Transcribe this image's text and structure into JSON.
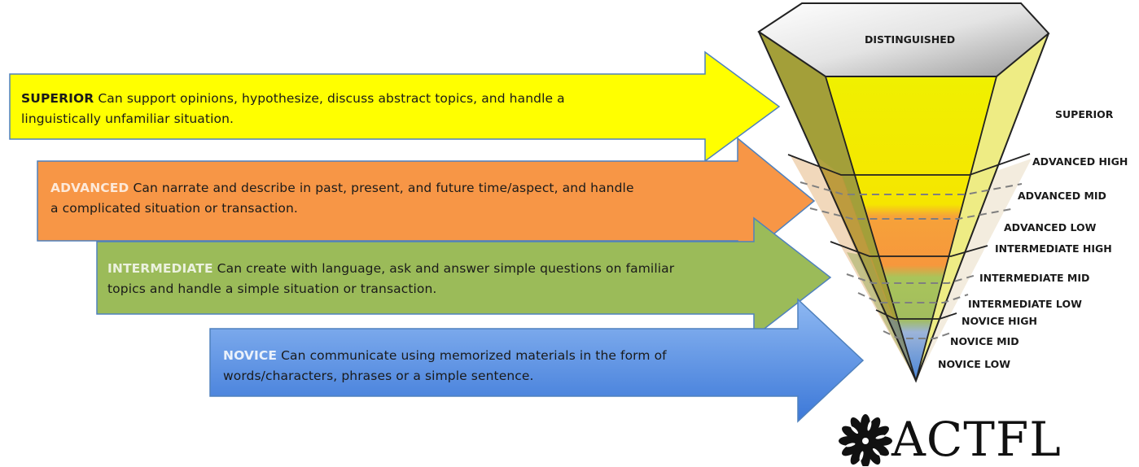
{
  "descriptors": [
    {
      "id": "superior",
      "keyword": "SUPERIOR",
      "description_line1": "Can support opinions,  hypothesize, discuss abstract topics, and handle a",
      "description_line2": "linguistically unfamiliar situation.",
      "color": "#ffff00",
      "keyword_color": "#1a1a1a"
    },
    {
      "id": "advanced",
      "keyword": "ADVANCED",
      "description_line1": "Can narrate and describe in past, present, and future time/aspect, and handle",
      "description_line2": "a complicated situation or transaction.",
      "color": "#f79646",
      "keyword_color": "#fde9d9"
    },
    {
      "id": "intermediate",
      "keyword": "INTERMEDIATE",
      "description_line1": "Can create with language, ask and answer simple questions on familiar",
      "description_line2": "topics and handle a simple situation or transaction.",
      "color": "#9bbb59",
      "keyword_color": "#ebf1de"
    },
    {
      "id": "novice",
      "keyword": "NOVICE",
      "description_line1": "Can communicate  using memorized materials in the form of",
      "description_line2": "words/characters, phrases or a simple sentence.",
      "color": "#6fa0e6",
      "keyword_color": "#eaf1fb"
    }
  ],
  "pyramid_levels": {
    "distinguished": "DISTINGUISHED",
    "superior": "SUPERIOR",
    "advanced_high": "ADVANCED HIGH",
    "advanced_mid": "ADVANCED MID",
    "advanced_low": "ADVANCED LOW",
    "intermediate_high": "INTERMEDIATE HIGH",
    "intermediate_mid": "INTERMEDIATE MID",
    "intermediate_low": "INTERMEDIATE LOW",
    "novice_high": "NOVICE HIGH",
    "novice_mid": "NOVICE MID",
    "novice_low": "NOVICE LOW"
  },
  "logo": {
    "text": "ACTFL",
    "icon": "mandala-flower-icon"
  }
}
